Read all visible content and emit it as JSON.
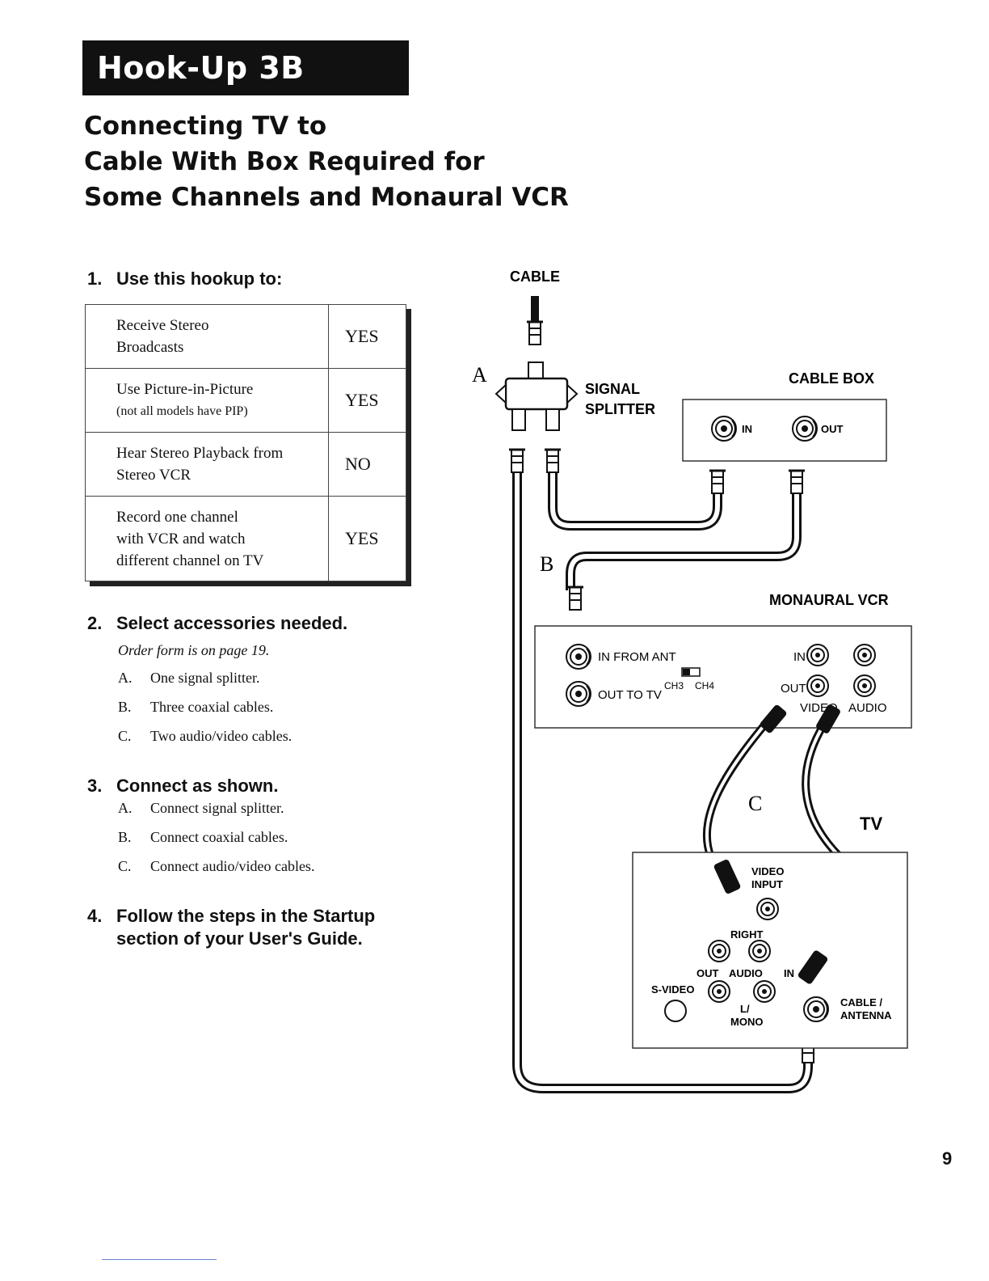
{
  "banner": "Hook-Up 3B",
  "title_lines": [
    "Connecting TV to",
    "Cable With Box Required for",
    "Some Channels and Monaural VCR"
  ],
  "steps": [
    {
      "num": "1.",
      "heading": "Use this hookup to:"
    },
    {
      "num": "2.",
      "heading": "Select accessories needed."
    },
    {
      "num": "3.",
      "heading": "Connect as shown."
    },
    {
      "num": "4.",
      "heading_lines": [
        "Follow the steps in the Startup",
        "section of your User's Guide."
      ]
    }
  ],
  "table": [
    {
      "q1": "Receive Stereo",
      "q2": "Broadcasts",
      "a": "YES"
    },
    {
      "q1": "Use Picture-in-Picture",
      "q2": "(not all models have PIP)",
      "a": "YES"
    },
    {
      "q1": "Hear Stereo Playback from",
      "q2": "Stereo VCR",
      "a": "NO"
    },
    {
      "q1": "Record one channel",
      "q2": "with VCR and watch",
      "q3": "different channel on TV",
      "a": "YES"
    }
  ],
  "order_note": "Order form is on page 19.",
  "accessories": [
    {
      "letter": "A.",
      "text": "One signal splitter."
    },
    {
      "letter": "B.",
      "text": "Three coaxial cables."
    },
    {
      "letter": "C.",
      "text": "Two audio/video cables."
    }
  ],
  "connect": [
    {
      "letter": "A.",
      "text": "Connect signal splitter."
    },
    {
      "letter": "B.",
      "text": "Connect coaxial cables."
    },
    {
      "letter": "C.",
      "text": "Connect audio/video cables."
    }
  ],
  "diagram": {
    "cable": "CABLE",
    "letter_a": "A",
    "letter_b": "B",
    "letter_c": "C",
    "signal": "SIGNAL",
    "splitter": "SPLITTER",
    "cable_box": "CABLE BOX",
    "box_in": "IN",
    "box_out": "OUT",
    "vcr_title": "MONAURAL VCR",
    "in_from_ant": "IN FROM ANT",
    "out_to_tv": "OUT TO TV",
    "ch3": "CH3",
    "ch4": "CH4",
    "vcr_in": "IN",
    "vcr_out": "OUT",
    "video": "VIDEO",
    "audio": "AUDIO",
    "tv": "TV",
    "tv_video": "VIDEO",
    "tv_input": "INPUT",
    "right": "RIGHT",
    "out": "OUT",
    "audio_in": "AUDIO",
    "in": "IN",
    "svideo": "S-VIDEO",
    "l": "L/",
    "mono": "MONO",
    "cable_ant1": "CABLE /",
    "cable_ant2": "ANTENNA"
  },
  "page_number": "9"
}
